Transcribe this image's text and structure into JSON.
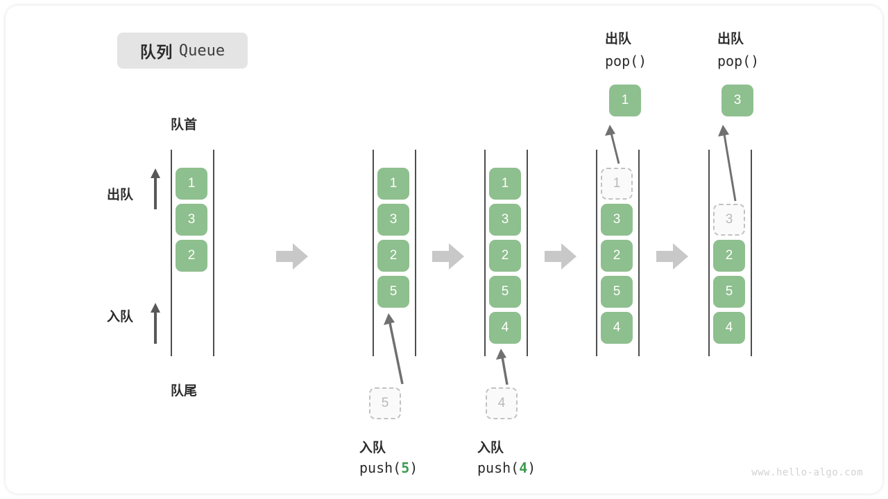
{
  "title": {
    "cn": "队列",
    "en": "Queue"
  },
  "watermark": "www.hello-algo.com",
  "labels": {
    "front": "队首",
    "rear": "队尾",
    "dequeue": "出队",
    "enqueue": "入队"
  },
  "colors": {
    "element_fill": "#8ebf8e",
    "element_text": "#ffffff",
    "ghost_fill": "#fafafa",
    "ghost_border": "#c2c2c2",
    "ghost_text": "#b8b8b8",
    "rail": "#4d4d4d",
    "step_arrow": "#c8c8c8",
    "badge_bg": "#e4e4e4",
    "code_accent": "#3f9a52",
    "text": "#2b2b2b"
  },
  "stages": [
    {
      "id": "initial",
      "items": [
        {
          "value": "1",
          "state": "filled"
        },
        {
          "value": "3",
          "state": "filled"
        },
        {
          "value": "2",
          "state": "filled"
        }
      ],
      "side_labels": [
        {
          "text": "出队",
          "kind": "dequeue"
        },
        {
          "text": "入队",
          "kind": "enqueue"
        }
      ],
      "top_label": "队首",
      "bottom_label": "队尾"
    },
    {
      "id": "push-5",
      "items": [
        {
          "value": "1",
          "state": "filled"
        },
        {
          "value": "3",
          "state": "filled"
        },
        {
          "value": "2",
          "state": "filled"
        },
        {
          "value": "5",
          "state": "filled"
        }
      ],
      "incoming": {
        "value": "5",
        "state": "ghost"
      },
      "caption_cn": "入队",
      "caption_code": "push(",
      "caption_arg": "5",
      "caption_code_end": ")"
    },
    {
      "id": "push-4",
      "items": [
        {
          "value": "1",
          "state": "filled"
        },
        {
          "value": "3",
          "state": "filled"
        },
        {
          "value": "2",
          "state": "filled"
        },
        {
          "value": "5",
          "state": "filled"
        },
        {
          "value": "4",
          "state": "filled"
        }
      ],
      "incoming": {
        "value": "4",
        "state": "ghost"
      },
      "caption_cn": "入队",
      "caption_code": "push(",
      "caption_arg": "4",
      "caption_code_end": ")"
    },
    {
      "id": "pop-1",
      "items": [
        {
          "value": "1",
          "state": "ghost"
        },
        {
          "value": "3",
          "state": "filled"
        },
        {
          "value": "2",
          "state": "filled"
        },
        {
          "value": "5",
          "state": "filled"
        },
        {
          "value": "4",
          "state": "filled"
        }
      ],
      "popped": {
        "value": "1",
        "state": "filled"
      },
      "caption_cn": "出队",
      "caption_code": "pop()"
    },
    {
      "id": "pop-3",
      "items": [
        {
          "value": "",
          "state": "empty"
        },
        {
          "value": "3",
          "state": "ghost"
        },
        {
          "value": "2",
          "state": "filled"
        },
        {
          "value": "5",
          "state": "filled"
        },
        {
          "value": "4",
          "state": "filled"
        }
      ],
      "popped": {
        "value": "3",
        "state": "filled"
      },
      "caption_cn": "出队",
      "caption_code": "pop()"
    }
  ]
}
